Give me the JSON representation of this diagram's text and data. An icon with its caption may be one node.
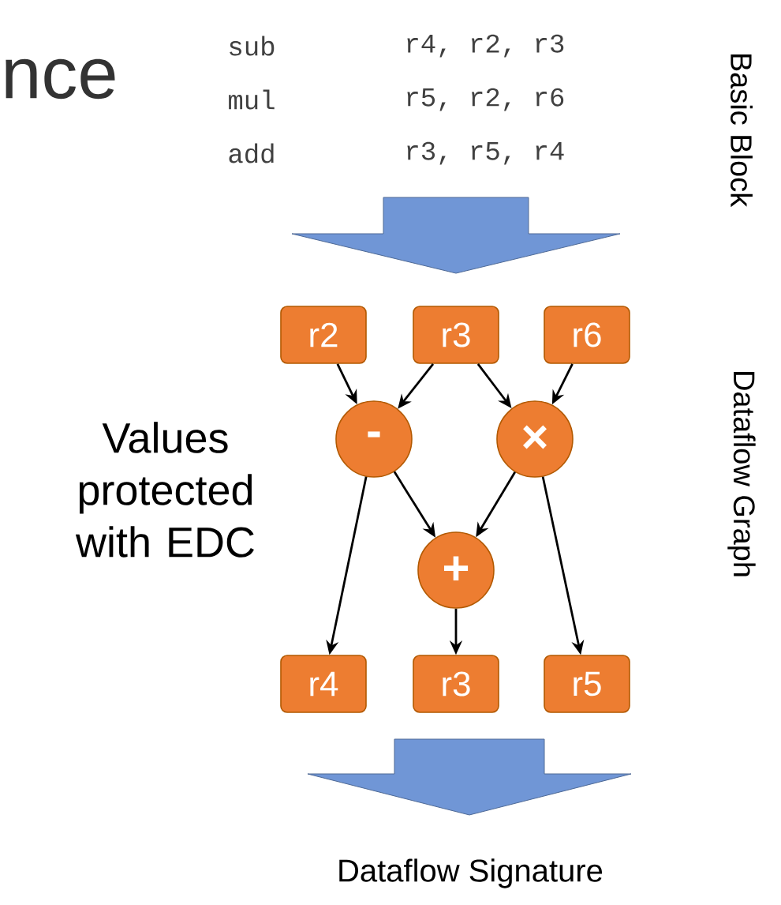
{
  "diagram": {
    "nodes": [
      {
        "text": [
          "r2"
        ]
      },
      {
        "text": [
          "r3"
        ]
      },
      {
        "text": [
          "r6"
        ]
      },
      {
        "text": [
          "-"
        ]
      },
      {
        "text": [
          "×"
        ]
      },
      {
        "text": [
          "+"
        ]
      },
      {
        "text": [
          "r4"
        ]
      },
      {
        "text": [
          "r3"
        ]
      },
      {
        "text": [
          "r5"
        ]
      }
    ],
    "edges": [
      {
        "from": 0,
        "to": 3,
        "arrow": "to"
      },
      {
        "from": 1,
        "to": 3,
        "arrow": "to"
      },
      {
        "from": 1,
        "to": 4,
        "arrow": "to"
      },
      {
        "from": 2,
        "to": 4,
        "arrow": "to"
      },
      {
        "from": 3,
        "to": 6,
        "arrow": "to"
      },
      {
        "from": 3,
        "to": 5,
        "arrow": "to"
      },
      {
        "from": 4,
        "to": 5,
        "arrow": "to"
      },
      {
        "from": 4,
        "to": 8,
        "arrow": "to"
      },
      {
        "from": 5,
        "to": 7,
        "arrow": "to"
      }
    ],
    "labels": [
      "nce",
      "sub",
      "r4, r2, r3",
      "mul",
      "r5, r2, r6",
      "add",
      "r3, r5, r4",
      "Basic Block",
      "Values protected with EDC",
      "Dataflow Graph",
      "Dataflow Signature"
    ]
  }
}
